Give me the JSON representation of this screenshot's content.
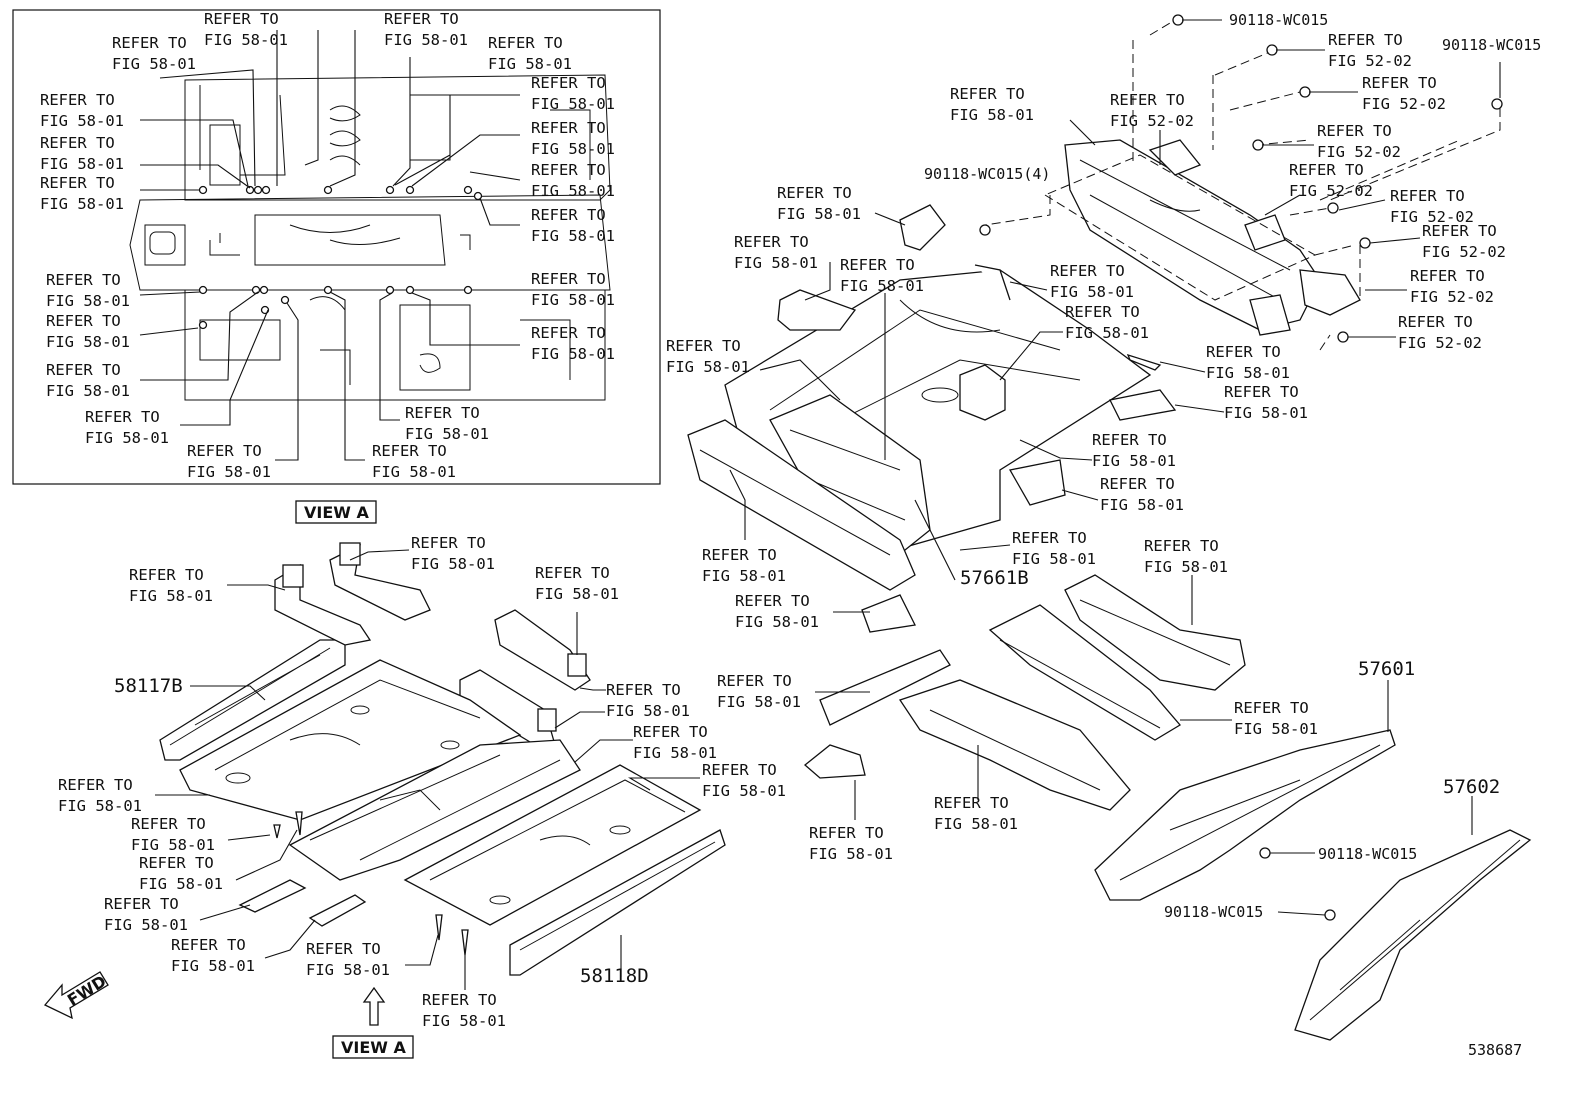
{
  "refer_to": "REFER TO",
  "fig_5801": "FIG 58-01",
  "fig_5202": "FIG 52-02",
  "view_a": "VIEW A",
  "fwd": "FWD",
  "drawing_number": "538687",
  "parts": {
    "p58117B": "58117B",
    "p58118D": "58118D",
    "p57661B": "57661B",
    "p57601": "57601",
    "p57602": "57602"
  },
  "bolts": {
    "b1": "90118-WC015",
    "b2": "90118-WC015",
    "b3": "90118-WC015(4)",
    "b4": "90118-WC015",
    "b5": "90118-WC015"
  }
}
